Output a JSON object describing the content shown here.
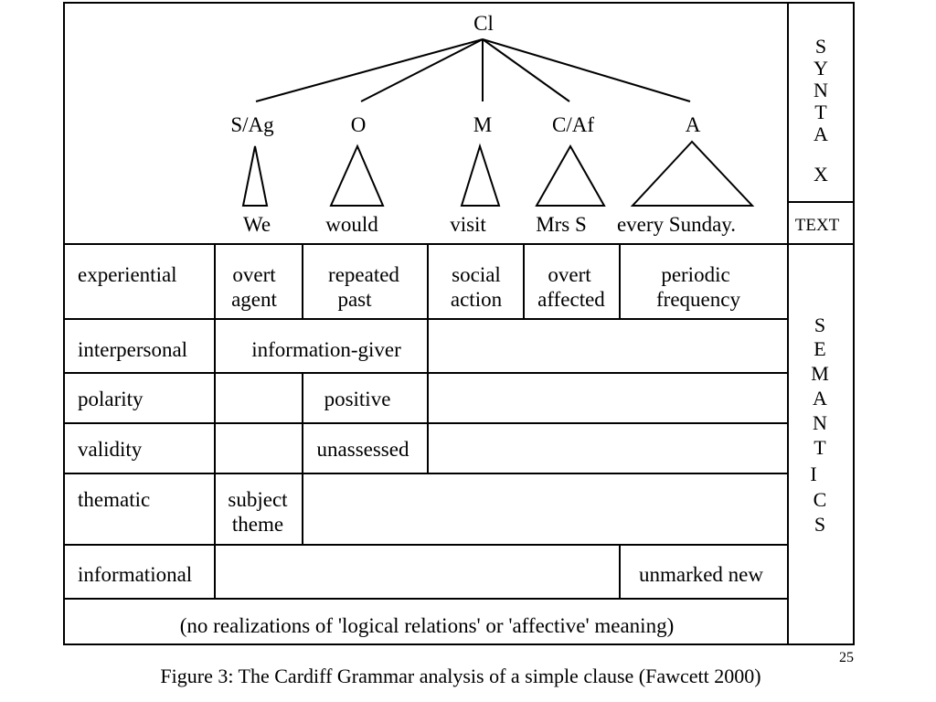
{
  "tree": {
    "root": "Cl",
    "constituents": [
      {
        "label": "S/Ag",
        "word": "We"
      },
      {
        "label": "O",
        "word": "would"
      },
      {
        "label": "M",
        "word": "visit"
      },
      {
        "label": "C/Af",
        "word": "Mrs S"
      },
      {
        "label": "A",
        "word": "every Sunday."
      }
    ]
  },
  "side": {
    "syntax": [
      "S",
      "Y",
      "N",
      "T",
      "A",
      "X"
    ],
    "text": "TEXT",
    "semantics": [
      "S",
      "E",
      "M",
      "A",
      "N",
      "T",
      "I",
      "C",
      "S"
    ]
  },
  "rows": [
    {
      "label": "experiential",
      "cells": [
        [
          "overt",
          "agent"
        ],
        [
          "repeated",
          "past"
        ],
        [
          "social",
          "action"
        ],
        [
          "overt",
          "affected"
        ],
        [
          "periodic",
          "frequency"
        ]
      ]
    },
    {
      "label": "interpersonal",
      "cells": [
        [
          "information-giver"
        ]
      ]
    },
    {
      "label": "polarity",
      "cells": [
        [
          "positive"
        ]
      ]
    },
    {
      "label": "validity",
      "cells": [
        [
          "unassessed"
        ]
      ]
    },
    {
      "label": "thematic",
      "cells": [
        [
          "subject",
          "theme"
        ]
      ]
    },
    {
      "label": "informational",
      "cells": [
        [
          "unmarked new"
        ]
      ]
    }
  ],
  "footnote_row": "(no realizations of 'logical relations' or 'affective' meaning)",
  "page_number": "25",
  "caption": "Figure 3: The Cardiff Grammar analysis of a simple clause (Fawcett 2000)"
}
